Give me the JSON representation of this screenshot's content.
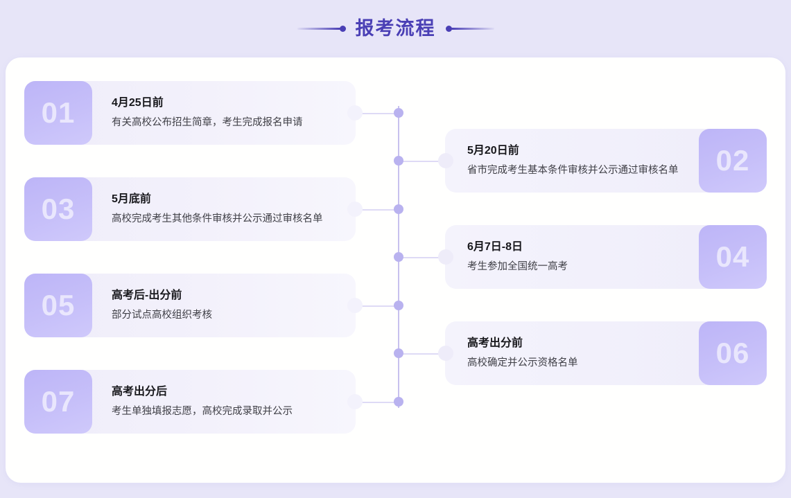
{
  "header": {
    "title": "报考流程",
    "decoration_color": "#4a3fb5"
  },
  "theme": {
    "page_background": "#e7e5f8",
    "panel_background": "#ffffff",
    "badge_gradient_start": "#bdb5f7",
    "badge_gradient_end": "#cfc9fb",
    "spine_color": "#c7c1ee",
    "dot_color": "#b9b2ef",
    "title_text_color": "#17171b",
    "desc_text_color": "#3f3f46"
  },
  "steps": [
    {
      "number": "01",
      "side": "left",
      "title": "4月25日前",
      "desc": "有关高校公布招生简章，考生完成报名申请"
    },
    {
      "number": "02",
      "side": "right",
      "title": "5月20日前",
      "desc": "省市完成考生基本条件审核并公示通过审核名单"
    },
    {
      "number": "03",
      "side": "left",
      "title": "5月底前",
      "desc": "高校完成考生其他条件审核并公示通过审核名单"
    },
    {
      "number": "04",
      "side": "right",
      "title": "6月7日-8日",
      "desc": "考生参加全国统一高考"
    },
    {
      "number": "05",
      "side": "left",
      "title": "高考后-出分前",
      "desc": "部分试点高校组织考核"
    },
    {
      "number": "06",
      "side": "right",
      "title": "高考出分前",
      "desc": "高校确定并公示资格名单"
    },
    {
      "number": "07",
      "side": "left",
      "title": "高考出分后",
      "desc": "考生单独填报志愿，高校完成录取并公示"
    }
  ]
}
